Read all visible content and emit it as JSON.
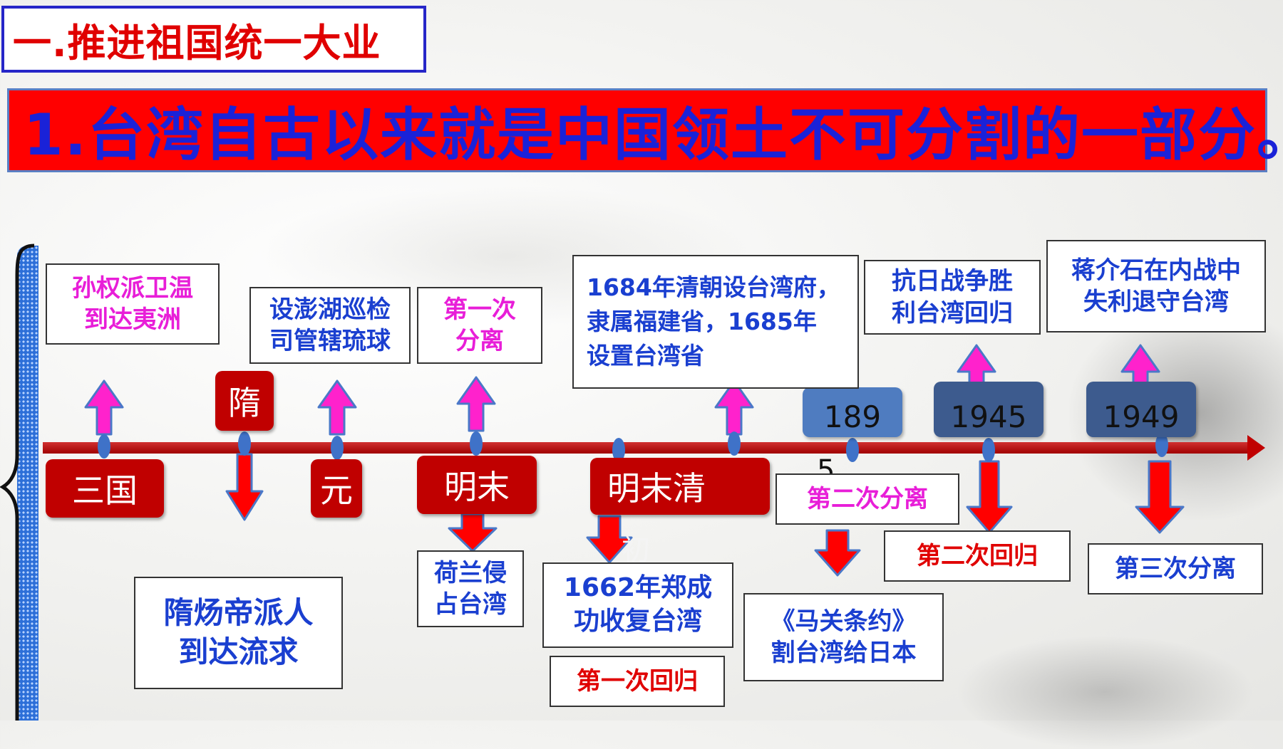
{
  "section_title": "一.推进祖国统一大业",
  "banner": "1.台湾自古以来就是中国领土不可分割的一部分。",
  "periods": {
    "sanguo": "三国",
    "sui": "隋",
    "yuan": "元",
    "mingmo": "明末",
    "mingmoqing": "明末清",
    "y1895_a": "189",
    "y1895_b": "5",
    "y1945": "1945",
    "y1949": "1949",
    "stray_char": "初"
  },
  "events_top": {
    "sunquan": [
      "孙权派卫温",
      "到达夷洲"
    ],
    "penghu": [
      "设澎湖巡检",
      "司管辖琉球"
    ],
    "first_sep": [
      "第一次",
      "分离"
    ],
    "qing1684": [
      "1684年清朝设台湾府，",
      "隶属福建省，1685年",
      "设置台湾省"
    ],
    "kangri": [
      "抗日战争胜",
      "利台湾回归"
    ],
    "jiang": [
      "蒋介石在内战中",
      "失利退守台湾"
    ]
  },
  "events_bottom": {
    "suiyang": [
      "隋炀帝派人",
      "到达流求"
    ],
    "helan": [
      "荷兰侵",
      "占台湾"
    ],
    "zheng": [
      "1662年郑成",
      "功收复台湾"
    ],
    "first_return": "第一次回归",
    "second_sep": "第二次分离",
    "maguan": [
      "《马关条约》",
      "割台湾给日本"
    ],
    "second_return": "第二次回归",
    "third_sep": "第三次分离"
  },
  "colors": {
    "axis": "#c00000",
    "up_arrow_fill": "#ff22cc",
    "down_arrow_fill": "#ff0000",
    "arrow_stroke": "#4a78c8",
    "node": "#3f72c8"
  }
}
